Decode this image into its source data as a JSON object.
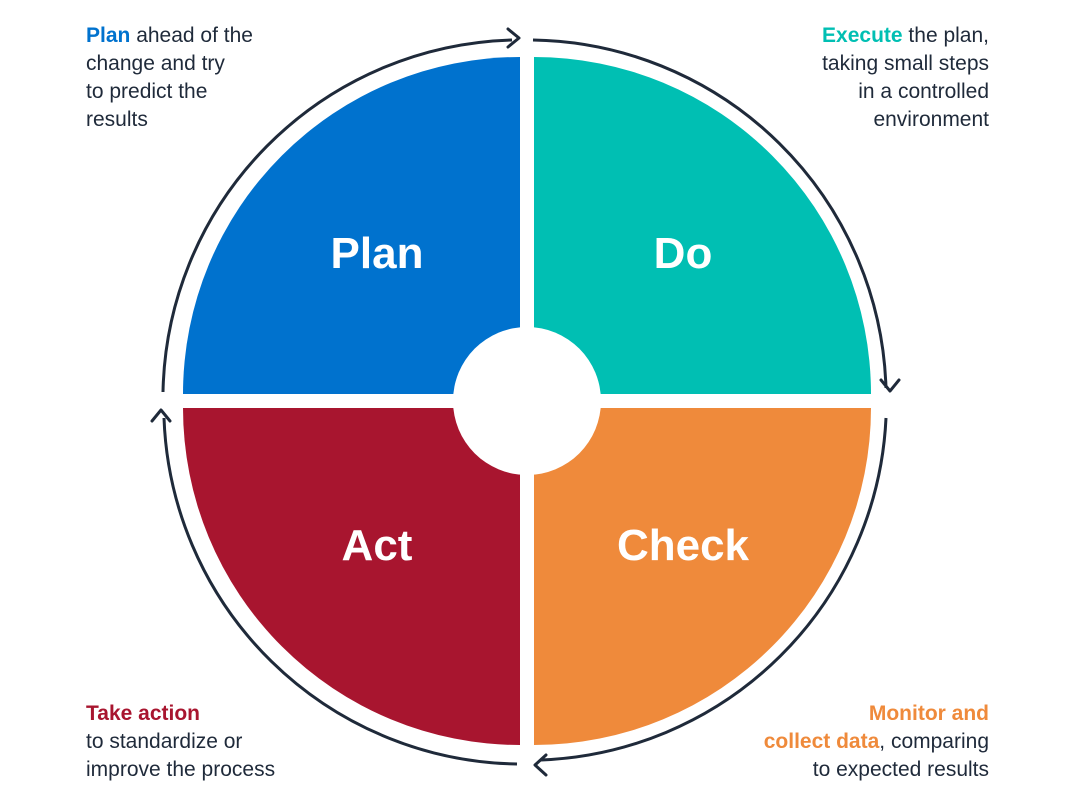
{
  "colors": {
    "plan": "#0072ce",
    "do": "#00bfb3",
    "check": "#ef8a3b",
    "act": "#a8152f",
    "ring": "#1f2a3a",
    "text": "#1f2a3a"
  },
  "quadrants": {
    "plan": "Plan",
    "do": "Do",
    "check": "Check",
    "act": "Act"
  },
  "notes": {
    "plan": {
      "highlight": "Plan",
      "line1_rest": " ahead of the",
      "line2": "change and try",
      "line3": "to predict the",
      "line4": "results"
    },
    "do": {
      "highlight": "Execute",
      "line1_rest": " the plan,",
      "line2": "taking small steps",
      "line3": "in a controlled",
      "line4": "environment"
    },
    "act": {
      "highlight": "Take action",
      "line2": "to standardize or",
      "line3": "improve the process"
    },
    "check": {
      "highlight1": "Monitor and",
      "highlight2": "collect data",
      "line2_rest": ", comparing",
      "line3": "to expected results"
    }
  },
  "icons": {
    "arrow_top": "arrow-right-icon",
    "arrow_right": "arrow-down-icon",
    "arrow_bottom": "arrow-left-icon",
    "arrow_left": "arrow-up-icon"
  }
}
